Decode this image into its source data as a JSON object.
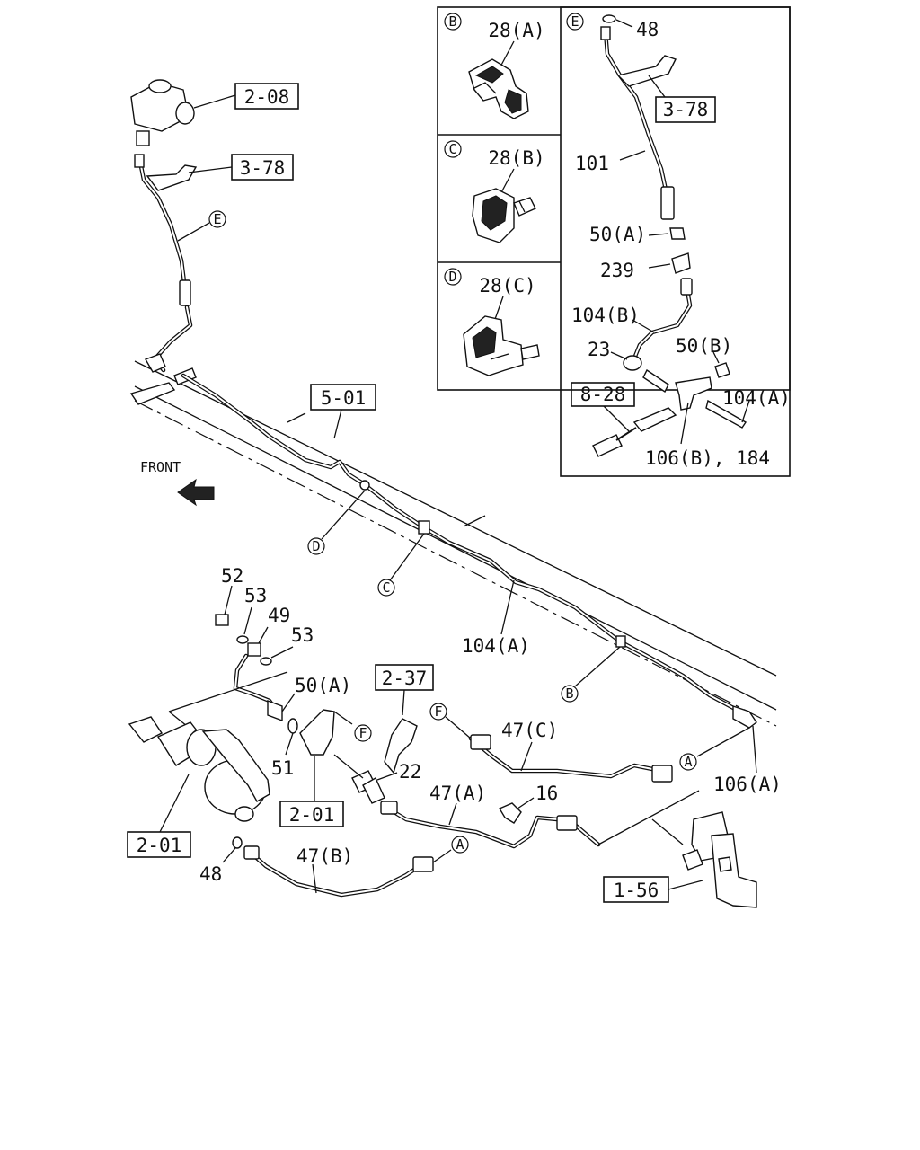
{
  "ref_boxes": [
    "2-08",
    "3-78",
    "5-01",
    "2-37",
    "2-01",
    "2-01",
    "1-56",
    "8-28",
    "3-78"
  ],
  "callouts": {
    "E_main": "E",
    "D_main": "D",
    "C_main": "C",
    "B_main": "B",
    "A_1": "A",
    "A_2": "A",
    "F_1": "F",
    "F_2": "F"
  },
  "part_numbers": {
    "p104a_main": "104(A)",
    "p106a": "106(A)",
    "p52": "52",
    "p53a": "53",
    "p49": "49",
    "p53b": "53",
    "p50a_main": "50(A)",
    "p51": "51",
    "p22": "22",
    "p47c": "47(C)",
    "p47a": "47(A)",
    "p16": "16",
    "p48_main": "48",
    "p47b": "47(B)"
  },
  "front_label": "FRONT",
  "detail_b": {
    "letter": "B",
    "part": "28(A)"
  },
  "detail_c": {
    "letter": "C",
    "part": "28(B)"
  },
  "detail_d": {
    "letter": "D",
    "part": "28(C)"
  },
  "detail_e": {
    "letter": "E",
    "p48": "48",
    "p101": "101",
    "p50a": "50(A)",
    "p239": "239",
    "p104b": "104(B)",
    "p23": "23",
    "p50b": "50(B)",
    "p104a": "104(A)",
    "p106b": "106(B), 184"
  }
}
